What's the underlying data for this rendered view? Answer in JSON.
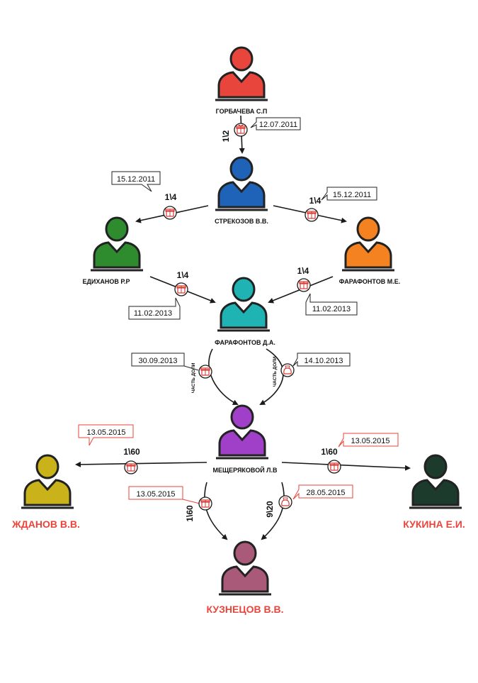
{
  "colors": {
    "arrow": "#1a1a1a",
    "callout_red": "#e8453c",
    "callout_dark": "#222222",
    "name_highlight": "#e8453c",
    "gift_icon": "#d83a34"
  },
  "people": {
    "gorbacheva": {
      "name": "ГОРБАЧЕВА С.П",
      "color": "#e8453c"
    },
    "strekozov": {
      "name": "СТРЕКОЗОВ В.В.",
      "color": "#1f63b8"
    },
    "edikhanov": {
      "name": "ЕДИХАНОВ Р.Р",
      "color": "#2e8b2e"
    },
    "farafontov_me": {
      "name": "ФАРАФОНТОВ М.Е.",
      "color": "#f58220"
    },
    "farafontov_da": {
      "name": "ФАРАФОНТОВ Д.А.",
      "color": "#1fb3b3"
    },
    "meshcheryakova": {
      "name": "МЕЩЕРЯКОВОЙ Л.В",
      "color": "#a040c8"
    },
    "zhdanov": {
      "name": "ЖДАНОВ В.В.",
      "color": "#c9b21a"
    },
    "kukina": {
      "name": "КУКИНА Е.И.",
      "color": "#1d3b2c"
    },
    "kuznetsov": {
      "name": "КУЗНЕЦОВ В.В.",
      "color": "#a85a78"
    }
  },
  "transfers": [
    {
      "id": "t1",
      "share": "1\\2",
      "date": "12.07.2011",
      "icon": "gift-icon",
      "callout": "dark"
    },
    {
      "id": "t2",
      "share": "1\\4",
      "date": "15.12.2011",
      "icon": "gift-icon",
      "callout": "dark"
    },
    {
      "id": "t3",
      "share": "1\\4",
      "date": "15.12.2011",
      "icon": "gift-icon",
      "callout": "dark"
    },
    {
      "id": "t4",
      "share": "1\\4",
      "date": "11.02.2013",
      "icon": "gift-icon",
      "callout": "dark"
    },
    {
      "id": "t5",
      "share": "1\\4",
      "date": "11.02.2013",
      "icon": "gift-icon",
      "callout": "dark"
    },
    {
      "id": "t6",
      "share": "ЧАСТЬ ДОЛИ",
      "date": "30.09.2013",
      "icon": "gift-icon",
      "callout": "dark"
    },
    {
      "id": "t7",
      "share": "ЧАСТЬ ДОЛИ",
      "date": "14.10.2013",
      "icon": "money-bag-icon",
      "callout": "dark"
    },
    {
      "id": "t8",
      "share": "1\\60",
      "date": "13.05.2015",
      "icon": "gift-icon",
      "callout": "red"
    },
    {
      "id": "t9",
      "share": "1\\60",
      "date": "13.05.2015",
      "icon": "gift-icon",
      "callout": "red"
    },
    {
      "id": "t10",
      "share": "1\\60",
      "date": "13.05.2015",
      "icon": "gift-icon",
      "callout": "red"
    },
    {
      "id": "t11",
      "share": "9\\20",
      "date": "28.05.2015",
      "icon": "money-bag-icon",
      "callout": "red"
    }
  ]
}
